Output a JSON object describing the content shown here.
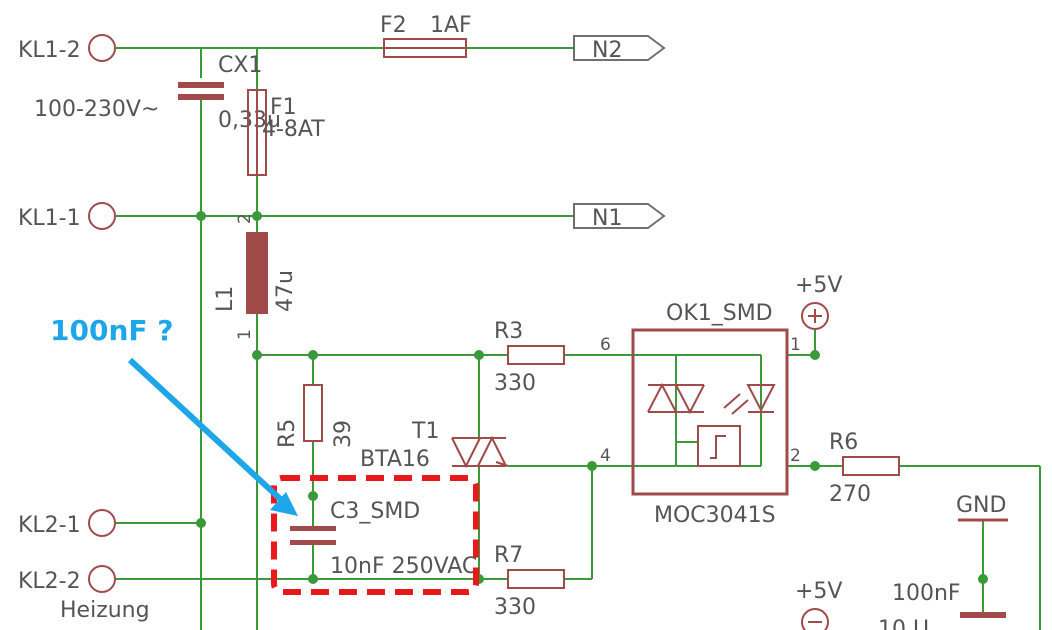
{
  "connectors": {
    "kl1_2": "KL1-2",
    "kl1_1": "KL1-1",
    "kl2_1": "KL2-1",
    "kl2_2": "KL2-2"
  },
  "notes": {
    "mains_voltage": "100-230V~",
    "heizung": "Heizung",
    "callout_text": "100nF ?"
  },
  "nets": {
    "n1": "N1",
    "n2": "N2"
  },
  "parts": {
    "f2": {
      "name": "F2",
      "value": "1AF"
    },
    "cx1": {
      "name": "CX1",
      "value": "0,33u"
    },
    "f1": {
      "name": "F1",
      "value": "4-8AT"
    },
    "l1": {
      "name": "L1",
      "value": "47u",
      "pin1": "1",
      "pin2": "2"
    },
    "r3": {
      "name": "R3",
      "value": "330"
    },
    "r5": {
      "name": "R5",
      "value": "39"
    },
    "t1": {
      "name": "T1",
      "value": "BTA16"
    },
    "c3": {
      "name": "C3_SMD",
      "value": "10nF 250VAC"
    },
    "r7": {
      "name": "R7",
      "value": "330"
    },
    "ok1": {
      "name": "OK1_SMD",
      "value": "MOC3041S",
      "pin6": "6",
      "pin4": "4",
      "pin1": "1",
      "pin2": "2"
    },
    "r6": {
      "name": "R6",
      "value": "270"
    },
    "cap_bottom": {
      "value": "100nF",
      "partial_label": "10 U"
    }
  },
  "supplies": {
    "vcc_top": "+5V",
    "vcc_bottom": "+5V",
    "gnd": "GND"
  },
  "colors": {
    "wire": "#3a9a3a",
    "part": "#a04a4a",
    "text": "#555555",
    "highlight": "#e8181c",
    "callout": "#1ea7e8"
  }
}
